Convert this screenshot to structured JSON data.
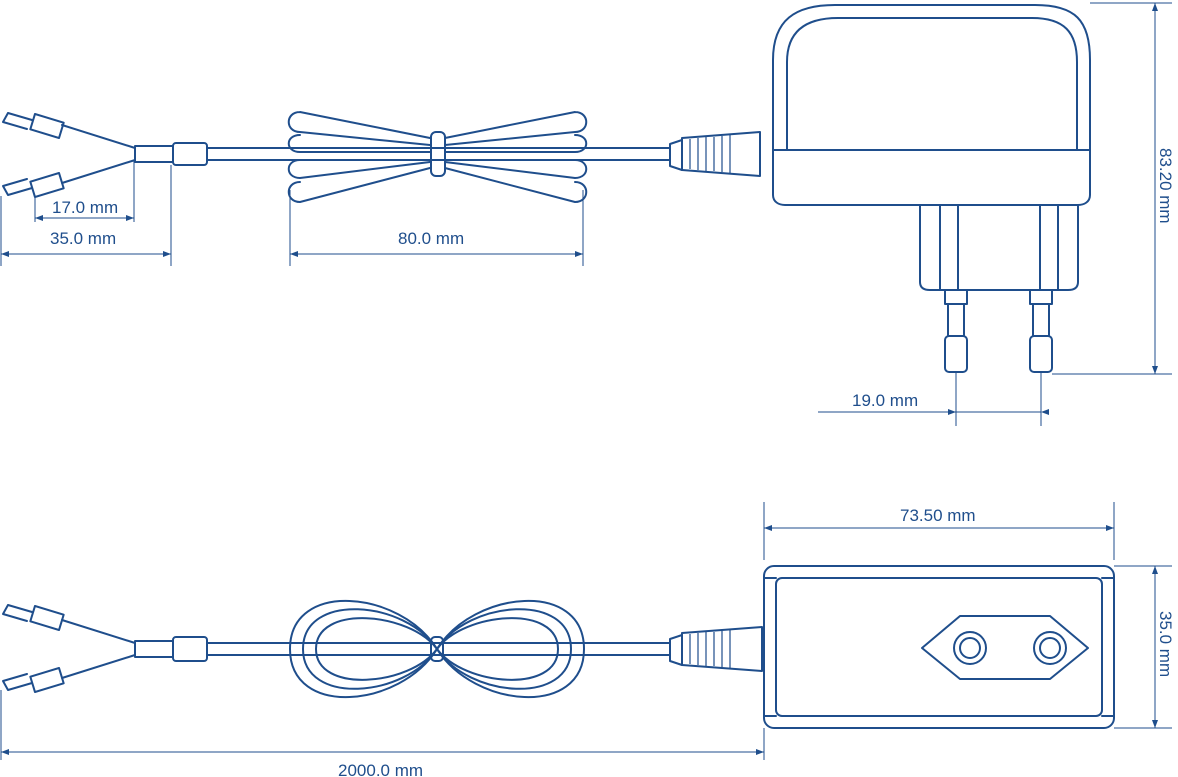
{
  "colors": {
    "line": "#1f4e8c",
    "background": "#ffffff"
  },
  "dimensions": {
    "wire_end_short": "17.0 mm",
    "wire_end_long": "35.0 mm",
    "cable_bundle": "80.0 mm",
    "adapter_height": "83.20 mm",
    "pin_spacing": "19.0 mm",
    "adapter_width": "73.50 mm",
    "adapter_depth": "35.0 mm",
    "cable_length": "2000.0 mm"
  }
}
